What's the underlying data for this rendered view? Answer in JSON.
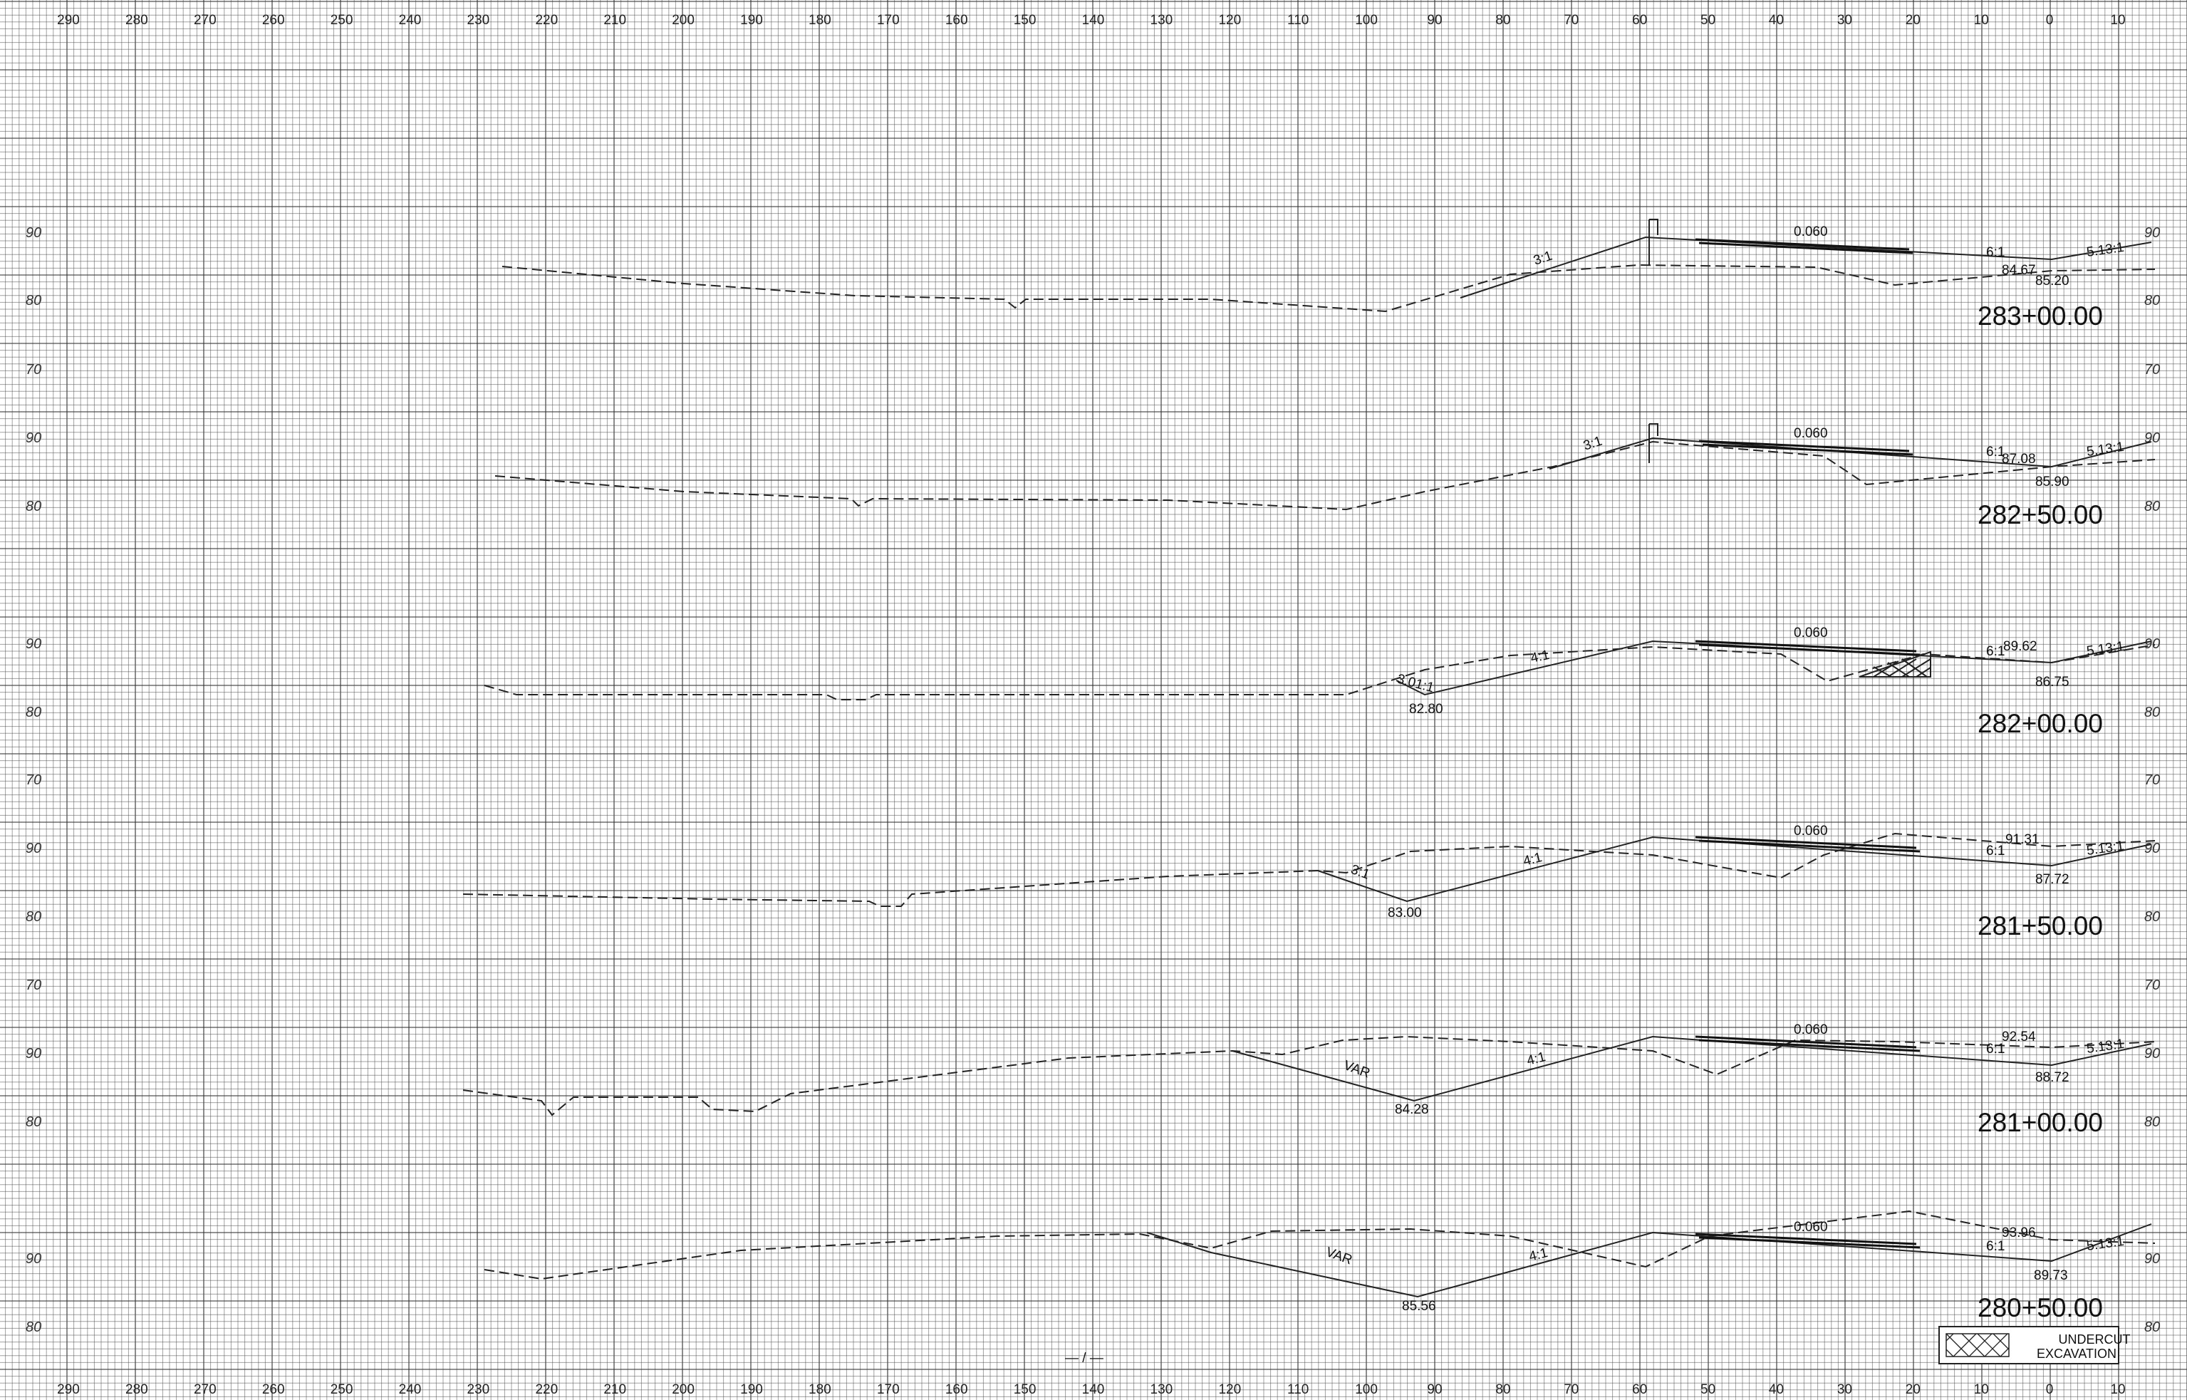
{
  "sheet_type": "roadway cross sections",
  "offset_ticks": [
    "290",
    "280",
    "270",
    "260",
    "250",
    "240",
    "230",
    "220",
    "210",
    "200",
    "190",
    "180",
    "170",
    "160",
    "150",
    "140",
    "130",
    "120",
    "110",
    "100",
    "90",
    "80",
    "70",
    "60",
    "50",
    "40",
    "30",
    "20",
    "10",
    "0",
    "10"
  ],
  "elevation_rows": [
    {
      "left": "90",
      "right": "90"
    },
    {
      "left": "80",
      "right": "80"
    },
    {
      "left": "70",
      "right": "70"
    },
    {
      "left": "90",
      "right": "90"
    },
    {
      "left": "80",
      "right": "80"
    },
    {
      "left": "90",
      "right": "90"
    },
    {
      "left": "80",
      "right": "80"
    },
    {
      "left": "70",
      "right": "70"
    },
    {
      "left": "90",
      "right": "90"
    },
    {
      "left": "80",
      "right": "80"
    },
    {
      "left": "70",
      "right": "70"
    },
    {
      "left": "90",
      "right": "90"
    },
    {
      "left": "80",
      "right": "80"
    },
    {
      "left": "90",
      "right": "90"
    },
    {
      "left": "80",
      "right": "80"
    }
  ],
  "sections": [
    {
      "station": "283+00.00",
      "crown_slope": "0.060",
      "cl_elev": "84.67",
      "cl_ground": "85.20",
      "shoulder": "6:1",
      "outer": "5.13:1",
      "fill_slope": "3:1",
      "ditch_elev": "",
      "ditch_slope": ""
    },
    {
      "station": "282+50.00",
      "crown_slope": "0.060",
      "cl_elev": "87.08",
      "cl_ground": "85.90",
      "shoulder": "6:1",
      "outer": "5.13:1",
      "fill_slope": "3:1",
      "ditch_elev": "",
      "ditch_slope": ""
    },
    {
      "station": "282+00.00",
      "crown_slope": "0.060",
      "cl_elev": "89.62",
      "cl_ground": "86.75",
      "shoulder": "6:1",
      "outer": "5.13:1",
      "fill_slope": "4:1",
      "ditch_elev": "82.80",
      "ditch_slope": "3.01:1"
    },
    {
      "station": "281+50.00",
      "crown_slope": "0.060",
      "cl_elev": "91.31",
      "cl_ground": "87.72",
      "shoulder": "6:1",
      "outer": "5.13:1",
      "fill_slope": "4:1",
      "ditch_elev": "83.00",
      "ditch_slope": "3:1"
    },
    {
      "station": "281+00.00",
      "crown_slope": "0.060",
      "cl_elev": "92.54",
      "cl_ground": "88.72",
      "shoulder": "6:1",
      "outer": "5.13:1",
      "fill_slope": "4:1",
      "ditch_elev": "84.28",
      "ditch_slope": "VAR"
    },
    {
      "station": "280+50.00",
      "crown_slope": "0.060",
      "cl_elev": "93.96",
      "cl_ground": "89.73",
      "shoulder": "6:1",
      "outer": "5.13:1",
      "fill_slope": "4:1",
      "ditch_elev": "85.56",
      "ditch_slope": "VAR"
    }
  ],
  "legend": {
    "line1": "UNDERCUT",
    "line2": "EXCAVATION"
  },
  "footer_mark": "— / —"
}
